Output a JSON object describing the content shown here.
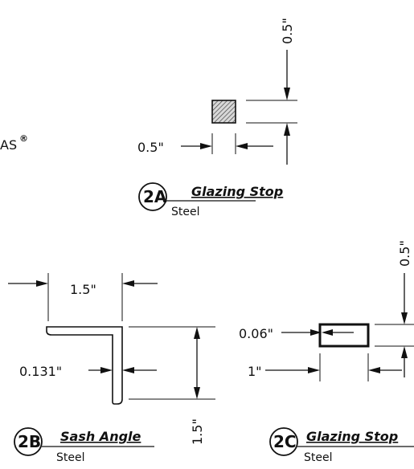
{
  "brand": {
    "text": "AS",
    "mark": "®"
  },
  "details": [
    {
      "id": "2A",
      "title": "Glazing Stop",
      "material": "Steel",
      "dims": {
        "height": "0.5\"",
        "width": "0.5\""
      }
    },
    {
      "id": "2B",
      "title": "Sash Angle",
      "material": "Steel",
      "dims": {
        "width": "1.5\"",
        "thickness": "0.131\"",
        "height": "1.5\""
      }
    },
    {
      "id": "2C",
      "title": "Glazing Stop",
      "material": "Steel",
      "dims": {
        "height": "0.5\"",
        "wall": "0.06\"",
        "width": "1\""
      }
    }
  ],
  "colors": {
    "ink": "#111111",
    "hatch": "#555555",
    "background": "#ffffff"
  }
}
